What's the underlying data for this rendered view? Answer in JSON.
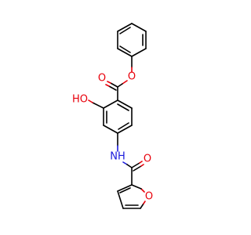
{
  "molecule": {
    "atom_labels": {
      "ester_o": "O",
      "carbonyl_o": "O",
      "hydroxyl": "HO",
      "amide_nh": "NH",
      "amide_o": "O",
      "furan_o": "O"
    },
    "colors": {
      "bond": "#000000",
      "oxygen": "#e8000b",
      "nitrogen": "#1a1adc"
    }
  }
}
